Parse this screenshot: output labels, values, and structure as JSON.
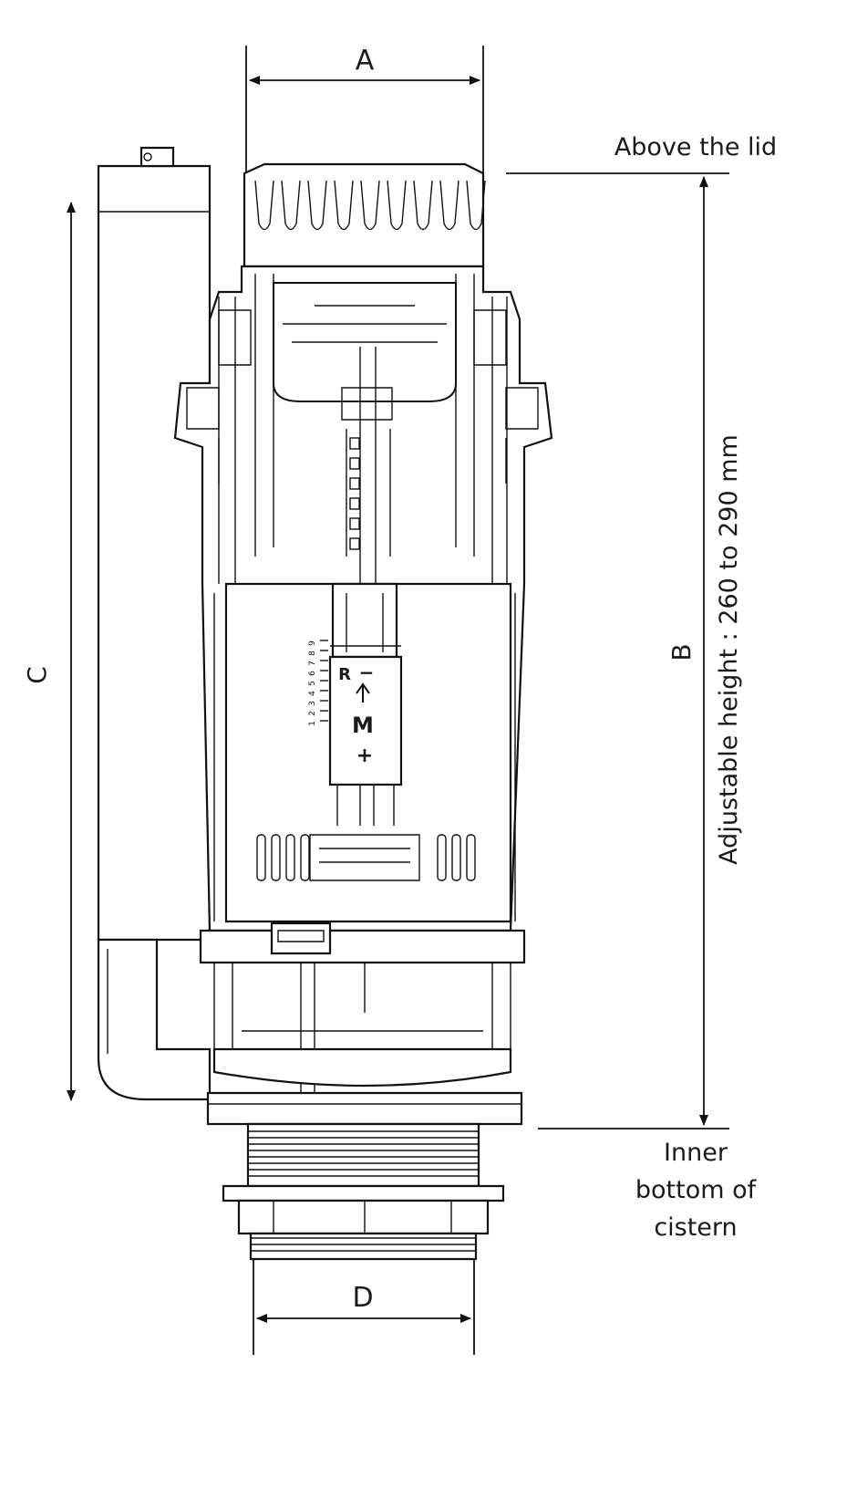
{
  "dimensions": {
    "A": "A",
    "B": "B",
    "C": "C",
    "D": "D"
  },
  "annotations": {
    "above_lid": "Above the lid",
    "adjustable_height": "Adjustable height : 260 to 290 mm",
    "inner_bottom_line1": "Inner",
    "inner_bottom_line2": "bottom of",
    "inner_bottom_line3": "cistern"
  },
  "scale_marks": [
    "1",
    "2",
    "3",
    "4",
    "5",
    "6",
    "7",
    "8",
    "9"
  ],
  "adjuster_symbols": {
    "minus": "−",
    "plus": "+",
    "reduced": "R",
    "main": "M"
  }
}
